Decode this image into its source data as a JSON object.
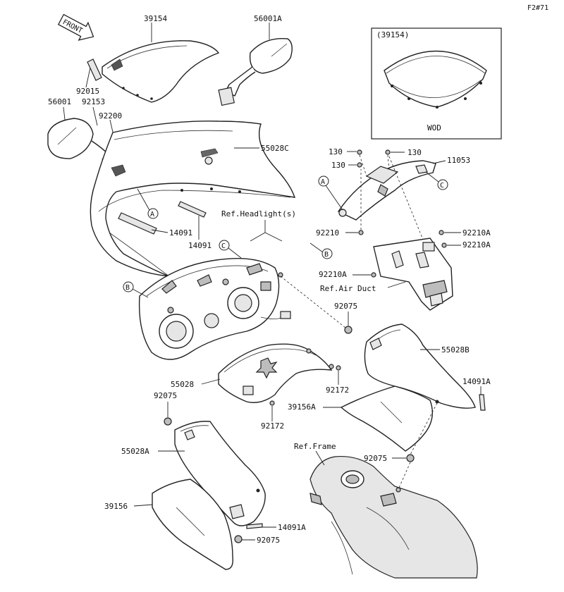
{
  "diagram_code": "F2#71",
  "front_label": "FRONT",
  "inset": {
    "title": "(39154)",
    "caption": "WOD"
  },
  "callouts": {
    "p39154": "39154",
    "p56001A": "56001A",
    "p92015": "92015",
    "p56001": "56001",
    "p92153": "92153",
    "p92200": "92200",
    "p55028C": "55028C",
    "p14091_a": "14091",
    "p14091_b": "14091",
    "ref_headlight": "Ref.Headlight(s)",
    "p130_a": "130",
    "p130_b": "130",
    "p130_c": "130",
    "p11053": "11053",
    "p92210": "92210",
    "p92210A_a": "92210A",
    "p92210A_b": "92210A",
    "p92210A_c": "92210A",
    "ref_air_duct": "Ref.Air Duct",
    "p92075_a": "92075",
    "p55028B": "55028B",
    "p14091A_a": "14091A",
    "p55028": "55028",
    "p92172_a": "92172",
    "p92172_b": "92172",
    "p39156A": "39156A",
    "p92075_b": "92075",
    "p55028A": "55028A",
    "ref_frame": "Ref.Frame",
    "p92075_c": "92075",
    "p39156": "39156",
    "p14091A_b": "14091A",
    "p92075_d": "92075"
  },
  "markers": {
    "A1": "A",
    "A2": "A",
    "B1": "B",
    "B2": "B",
    "C1": "C",
    "C2": "C"
  }
}
